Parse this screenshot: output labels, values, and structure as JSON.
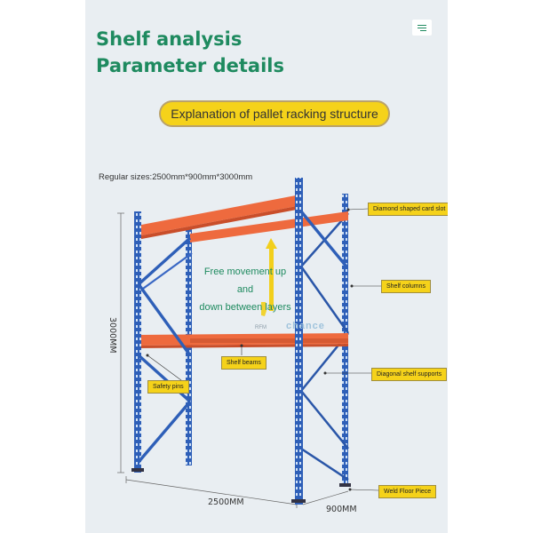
{
  "header": {
    "title_line1": "Shelf analysis",
    "title_line2": "Parameter details",
    "menu_icon": "hamburger-menu-icon",
    "accent_color": "#1e8a5f"
  },
  "banner": {
    "text": "Explanation of pallet racking structure",
    "color": "#f5d21a"
  },
  "specs": {
    "regular_sizes": "Regular sizes:2500mm*900mm*3000mm"
  },
  "callouts": {
    "diamond_slot": "Diamond shaped card slot",
    "shelf_columns": "Shelf columns",
    "diagonal_supports": "Diagonal shelf supports",
    "weld_floor": "Weld Floor Piece",
    "shelf_beams": "Shelf beams",
    "safety_pins": "Safety pins"
  },
  "movement_note": "Free movement up\nand\ndown between layers",
  "dimensions": {
    "height": "3000MM",
    "width": "2500MM",
    "depth": "900MM"
  },
  "watermark": {
    "logo": "RFM",
    "text": "chance"
  },
  "colors": {
    "upright": "#2e5fb8",
    "beam": "#ee6a3e",
    "arrow": "#f2cf1c"
  }
}
